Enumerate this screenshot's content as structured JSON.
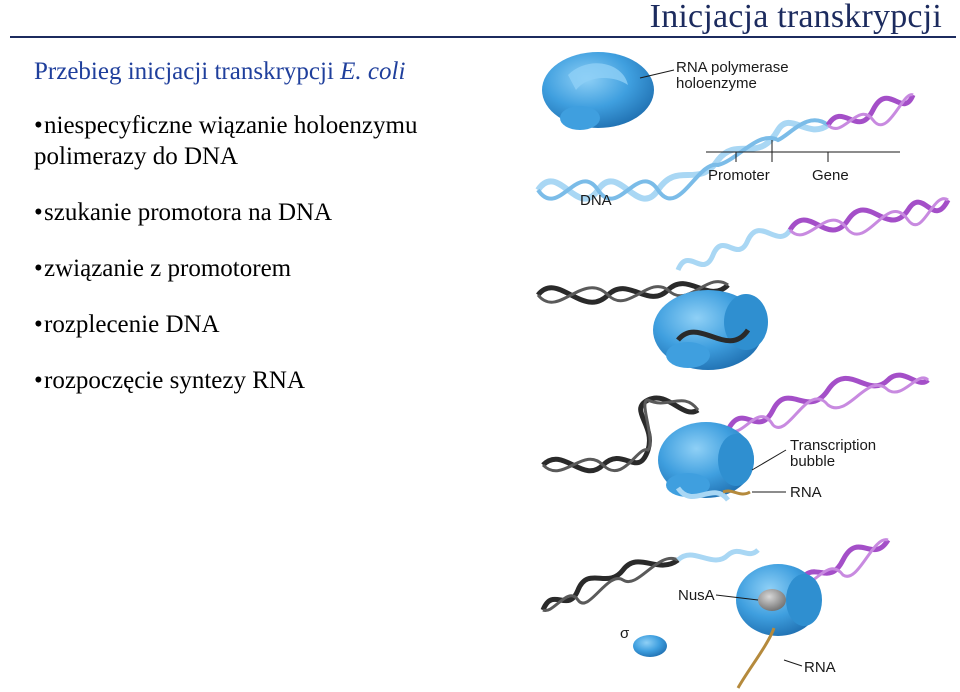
{
  "slide": {
    "title": "Inicjacja transkrypcji"
  },
  "subtitle": {
    "text_plain": "Przebieg inicjacji transkrypcji ",
    "text_italic": "E. coli"
  },
  "bullets": [
    {
      "text": "niespecyficzne wiązanie holoenzymu polimerazy do DNA"
    },
    {
      "text": "szukanie promotora na DNA"
    },
    {
      "text": "związanie z promotorem"
    },
    {
      "text": "rozplecenie DNA"
    },
    {
      "text": "rozpoczęcie syntezy RNA"
    }
  ],
  "bullet_marker": "•",
  "diagram": {
    "labels": {
      "holoenzyme_line1": "RNA polymerase",
      "holoenzyme_line2": "holoenzyme",
      "dna": "DNA",
      "promoter": "Promoter",
      "gene": "Gene",
      "bubble_line1": "Transcription",
      "bubble_line2": "bubble",
      "rna_panel3": "RNA",
      "nusa": "NusA",
      "sigma": "σ",
      "rna_panel4": "RNA"
    },
    "colors": {
      "enzyme": "#3f9fdf",
      "enzyme_highlight": "#8fd0f6",
      "dna_light": "#a9d7f4",
      "dna_dark": "#2a2a2a",
      "dna_gene": "#a44fc8",
      "rna": "#b58a3c",
      "nusa": "#9a9a9a",
      "title": "#1c2b5e",
      "subtitle": "#1f3f9c"
    }
  }
}
